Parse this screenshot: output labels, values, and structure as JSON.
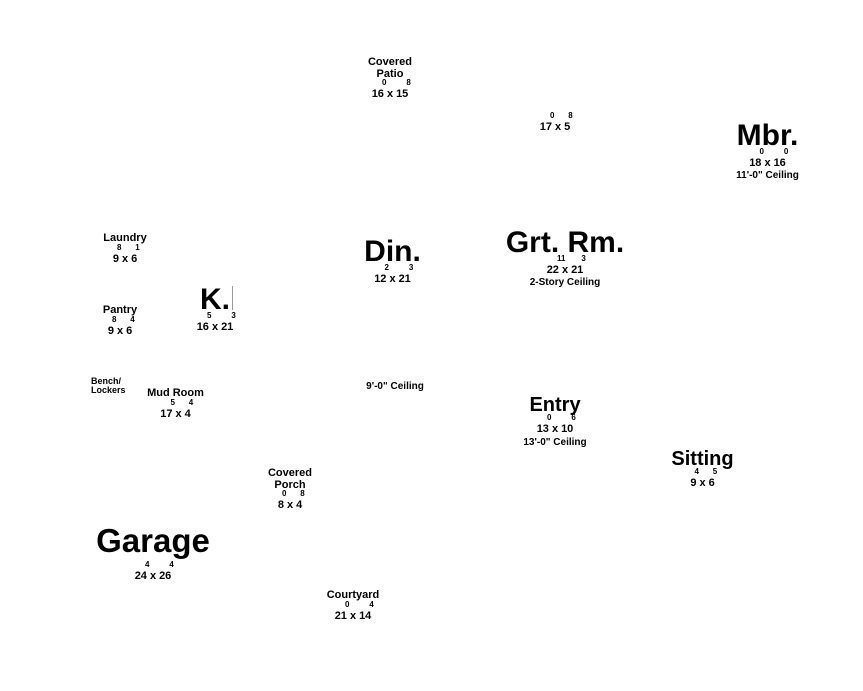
{
  "rooms": [
    {
      "id": "covered-patio",
      "name": "Covered\nPatio",
      "size": "sm",
      "w": "16",
      "wf": "0",
      "d": "15",
      "df": "8",
      "note": ""
    },
    {
      "id": "unnamed",
      "name": "",
      "size": "sm",
      "w": "17",
      "wf": "0",
      "d": "5",
      "df": "8",
      "note": ""
    },
    {
      "id": "mbr",
      "name": "Mbr.",
      "size": "lg",
      "w": "18",
      "wf": "0",
      "d": "16",
      "df": "0",
      "note": "11'-0\" Ceiling"
    },
    {
      "id": "laundry",
      "name": "Laundry",
      "size": "sm",
      "w": "9",
      "wf": "8",
      "d": "6",
      "df": "1",
      "note": ""
    },
    {
      "id": "din",
      "name": "Din.",
      "size": "lg",
      "w": "12",
      "wf": "2",
      "d": "21",
      "df": "3",
      "note": ""
    },
    {
      "id": "grt-rm",
      "name": "Grt. Rm.",
      "size": "lg",
      "w": "22",
      "wf": "11",
      "d": "21",
      "df": "3",
      "note": "2-Story Ceiling"
    },
    {
      "id": "pantry",
      "name": "Pantry",
      "size": "sm",
      "w": "9",
      "wf": "8",
      "d": "6",
      "df": "4",
      "note": ""
    },
    {
      "id": "k",
      "name": "K.",
      "size": "lg",
      "w": "16",
      "wf": "5",
      "d": "21",
      "df": "3",
      "note": ""
    },
    {
      "id": "mud-room",
      "name": "Mud Room",
      "size": "sm",
      "w": "17",
      "wf": "5",
      "d": "4",
      "df": "4",
      "note": ""
    },
    {
      "id": "entry",
      "name": "Entry",
      "size": "md",
      "w": "13",
      "wf": "0",
      "d": "10",
      "df": "6",
      "note": "13'-0\" Ceiling"
    },
    {
      "id": "sitting",
      "name": "Sitting",
      "size": "md",
      "w": "9",
      "wf": "4",
      "d": "6",
      "df": "5",
      "note": ""
    },
    {
      "id": "covered-porch",
      "name": "Covered\nPorch",
      "size": "sm",
      "w": "8",
      "wf": "0",
      "d": "4",
      "df": "8",
      "note": ""
    },
    {
      "id": "garage",
      "name": "Garage",
      "size": "xl",
      "w": "24",
      "wf": "4",
      "d": "26",
      "df": "4",
      "note": ""
    },
    {
      "id": "courtyard",
      "name": "Courtyard",
      "size": "sm",
      "w": "21",
      "wf": "0",
      "d": "14",
      "df": "4",
      "note": ""
    }
  ],
  "labels": {
    "bench_lockers": "Bench/\nLockers",
    "ceiling_9": "9'-0\" Ceiling"
  },
  "separator": "x"
}
